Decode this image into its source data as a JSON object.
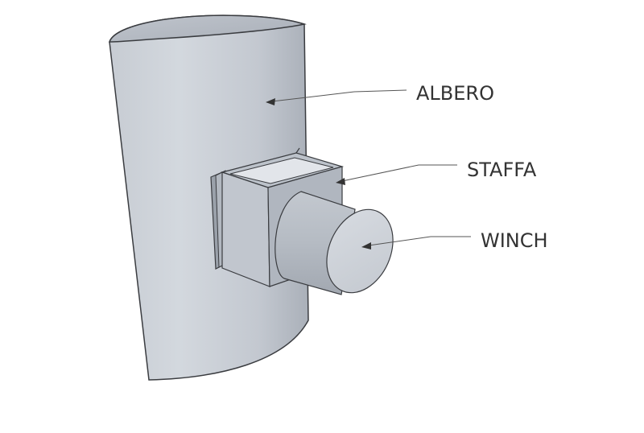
{
  "diagram": {
    "labels": {
      "mast": "ALBERO",
      "bracket": "STAFFA",
      "winch": "WINCH"
    },
    "colors": {
      "background": "#ffffff",
      "outline": "#3a3c40",
      "surface_light": "#cdd2d9",
      "surface_mid": "#b6bcc5",
      "surface_dark": "#8e959f",
      "leader_line": "#555555",
      "label_text": "#333333"
    }
  }
}
